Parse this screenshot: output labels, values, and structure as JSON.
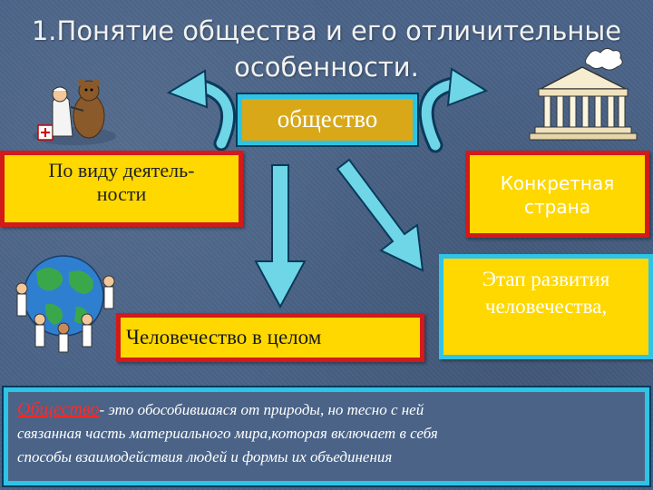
{
  "slide": {
    "title_line1": "1.Понятие общества и его отличительные",
    "title_line2": "особенности."
  },
  "center": {
    "label": "общество"
  },
  "boxes": {
    "activity_line1": "По виду деятель-",
    "activity_line2": "ности",
    "country_line1": "Конкретная",
    "country_line2": "страна",
    "stage_line1": "Этап развития",
    "stage_line2": "человечества,",
    "humanity": "Человечество в целом"
  },
  "definition": {
    "term": "Общество",
    "line1": "- это обособившаяся от природы, но тесно с ней",
    "line2": "связанная часть материального мира,которая включает в себя",
    "line3": "способы взаимодействия людей и формы их объединения"
  },
  "icons": [
    "doctor-and-bear-icon",
    "temple-icon",
    "globe-children-icon"
  ],
  "colors": {
    "background": "#4a6387",
    "box_yellow": "#ffd800",
    "box_border_red": "#d21a1a",
    "box_border_cyan": "#2ec4e6",
    "arrow_fill": "#6fd6e8"
  }
}
